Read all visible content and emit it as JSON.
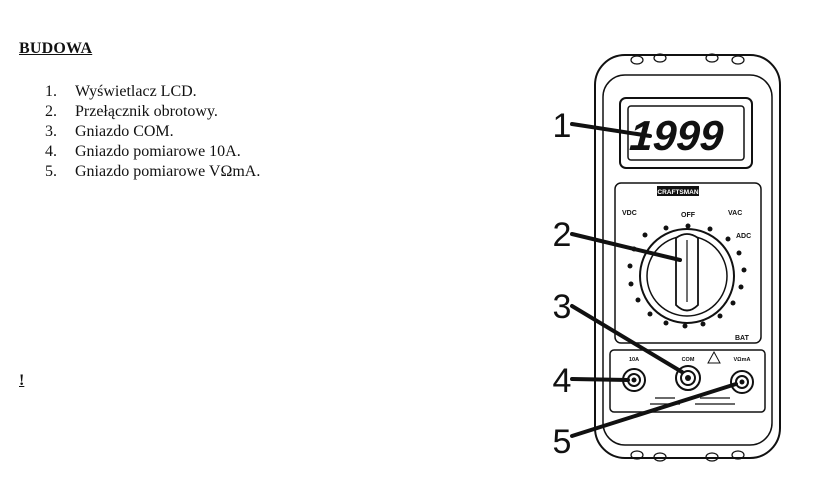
{
  "document": {
    "heading": "BUDOWA",
    "parts": [
      {
        "num": "1.",
        "text": "Wyświetlacz LCD."
      },
      {
        "num": "2.",
        "text": "Przełącznik  obrotowy."
      },
      {
        "num": "3.",
        "text": "Gniazdo COM."
      },
      {
        "num": "4.",
        "text": "Gniazdo pomiarowe 10A."
      },
      {
        "num": "5.",
        "text": "Gniazdo pomiarowe VΩmA."
      }
    ],
    "stray_mark": "!"
  },
  "figure": {
    "display_value": "1999",
    "brand": "CRAFTSMAN",
    "callouts": [
      "1",
      "2",
      "3",
      "4",
      "5"
    ],
    "dial_labels": {
      "off": "OFF",
      "vdc": "VDC",
      "vac": "VAC",
      "adc": "ADC",
      "bat": "BAT",
      "ten_a": "10A",
      "com": "COM",
      "vohm": "VΩmA"
    }
  }
}
